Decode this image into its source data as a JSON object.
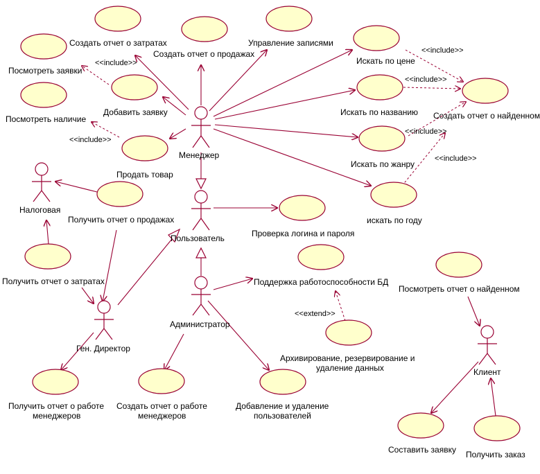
{
  "actors": {
    "manager": "Менеджер",
    "user": "Пользователь",
    "tax": "Налоговая",
    "director": "Ген. Директор",
    "admin": "Администратор",
    "client": "Клиент"
  },
  "use_cases": {
    "cost_report": "Создать отчет о затратах",
    "sales_report": "Создать отчет о продажах",
    "manage_records": "Управление записями",
    "view_requests": "Посмотреть заявки",
    "add_request": "Добавить заявку",
    "view_stock": "Посмотреть наличие",
    "sell_item": "Продать товар",
    "search_price": "Искать по цене",
    "search_name": "Искать по названию",
    "found_report": "Создать отчет о найденном",
    "search_genre": "Искать по жанру",
    "search_year": "искать по году",
    "get_sales_report": "Получить отчет о продажах",
    "check_login": "Проверка логина и пароля",
    "get_cost_report": "Получить отчет о затратах",
    "db_support": "Поддержка работоспособности БД",
    "archive_line1": "Архивирование, резервирование и",
    "archive_line2": "удаление данных",
    "view_found_report": "Посмотреть отчет о найденном",
    "get_mgr_report_line1": "Получить отчет о работе",
    "get_mgr_report_line2": "менеджеров",
    "create_mgr_report_line1": "Создать отчет о работе",
    "create_mgr_report_line2": "менеджеров",
    "add_remove_users_line1": "Добавление и удаление",
    "add_remove_users_line2": "пользователей",
    "make_request": "Составить заявку",
    "receive_order": "Получить заказ"
  },
  "stereotypes": {
    "include": "<<include>>",
    "extend": "<<extend>>"
  },
  "colors": {
    "line": "#990033",
    "usecase_fill": "#ffffcc"
  }
}
